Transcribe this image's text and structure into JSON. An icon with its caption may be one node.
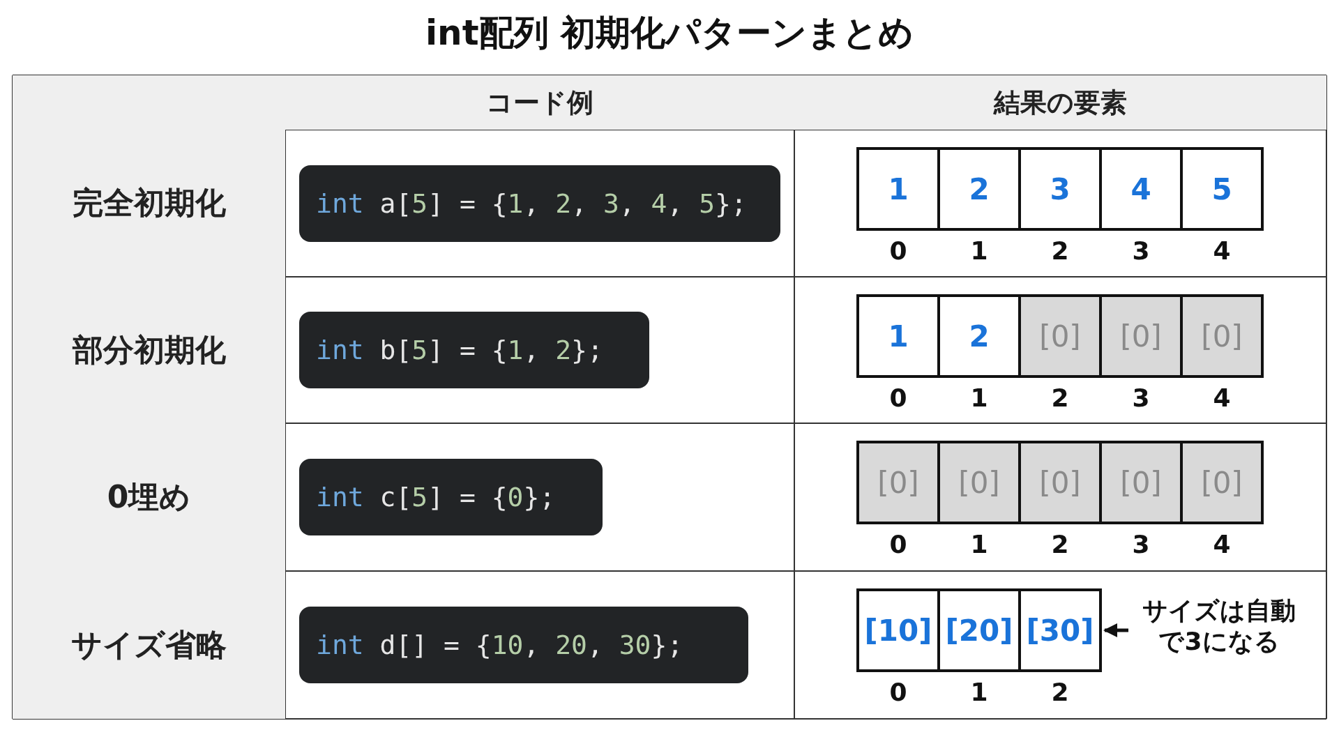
{
  "diagram": {
    "title": "int配列 初期化パターンまとめ",
    "nodes": [
      {
        "text": [
          "1"
        ],
        "beside": [
          "0"
        ]
      },
      {
        "text": [
          "2"
        ],
        "beside": [
          "1"
        ]
      },
      {
        "text": [
          "3"
        ],
        "beside": [
          "2"
        ]
      },
      {
        "text": [
          "4"
        ],
        "beside": [
          "3"
        ]
      },
      {
        "text": [
          "5"
        ],
        "beside": [
          "4"
        ]
      },
      {
        "text": [
          "1"
        ],
        "beside": [
          "0"
        ]
      },
      {
        "text": [
          "2"
        ],
        "beside": [
          "1"
        ]
      },
      {
        "text": [
          "[0]"
        ],
        "beside": [
          "2"
        ]
      },
      {
        "text": [
          "[0]"
        ],
        "beside": [
          "3"
        ]
      },
      {
        "text": [
          "[0]"
        ],
        "beside": [
          "4"
        ]
      },
      {
        "text": [
          "[0]"
        ],
        "beside": [
          "0"
        ]
      },
      {
        "text": [
          "[0]"
        ],
        "beside": [
          "1"
        ]
      },
      {
        "text": [
          "[0]"
        ],
        "beside": [
          "2"
        ]
      },
      {
        "text": [
          "[0]"
        ],
        "beside": [
          "3"
        ]
      },
      {
        "text": [
          "[0]"
        ],
        "beside": [
          "4"
        ]
      },
      {
        "text": [
          "[10]"
        ],
        "beside": [
          "0"
        ]
      },
      {
        "text": [
          "[20]"
        ],
        "beside": [
          "1"
        ]
      },
      {
        "text": [
          "[30]"
        ],
        "beside": [
          "2"
        ]
      },
      {
        "text": [
          "サイズは自動で3になる"
        ]
      }
    ],
    "edges": [
      {
        "from": 18,
        "to": 17,
        "arrow": "to"
      }
    ],
    "labels": [
      "コード例",
      "結果の要素",
      "完全初期化",
      "int a[5] = {1, 2, 3, 4, 5};",
      "部分初期化",
      "int b[5] = {1, 2};",
      "0埋め",
      "int c[5] = {0};",
      "サイズ省略",
      "int d[] = {10, 20, 30};"
    ]
  }
}
